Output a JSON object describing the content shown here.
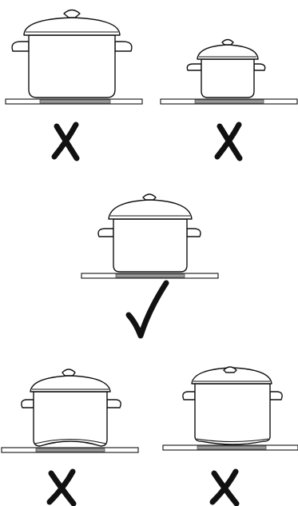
{
  "diagram": {
    "panels": [
      {
        "id": "pot-too-large",
        "verdict": "incorrect",
        "verdict_symbol": "✗"
      },
      {
        "id": "pot-too-small",
        "verdict": "incorrect",
        "verdict_symbol": "✗"
      },
      {
        "id": "pot-correct-size",
        "verdict": "correct",
        "verdict_symbol": "✓"
      },
      {
        "id": "pot-concave-base",
        "verdict": "incorrect",
        "verdict_symbol": "✗"
      },
      {
        "id": "pot-convex-base",
        "verdict": "incorrect",
        "verdict_symbol": "✗"
      }
    ],
    "colors": {
      "line": "#111111",
      "hotplate": "#9a9a9a",
      "background": "#ffffff"
    },
    "icons": {
      "incorrect": "cross-mark-icon",
      "correct": "check-mark-icon"
    }
  }
}
